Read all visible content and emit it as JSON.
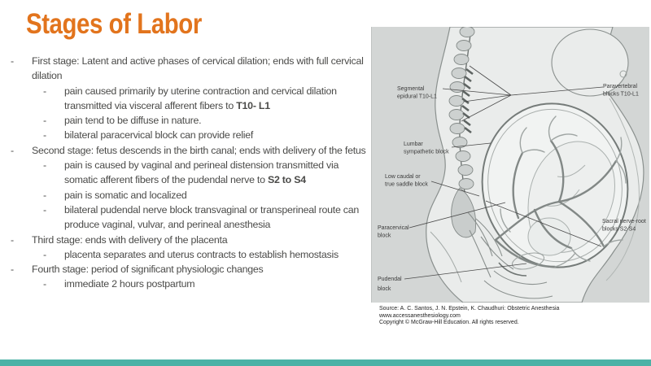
{
  "slide": {
    "title": "Stages of Labor",
    "accent_color": "#E2741D",
    "footer_bar_color": "#4BB2A6"
  },
  "outline": {
    "items": [
      {
        "level": 1,
        "bullet": "-",
        "text": "First stage: Latent and active phases of cervical dilation; ends with full cervical dilation",
        "bold": ""
      },
      {
        "level": 2,
        "bullet": "-",
        "text": "pain caused primarily by uterine contraction and cervical dilation transmitted via visceral afferent fibers to ",
        "bold": "T10- L1"
      },
      {
        "level": 2,
        "bullet": "-",
        "text": "pain tend to be diffuse in nature.",
        "bold": ""
      },
      {
        "level": 2,
        "bullet": "-",
        "text": "bilateral paracervical block can provide relief",
        "bold": ""
      },
      {
        "level": 1,
        "bullet": "-",
        "text": "Second stage: fetus descends in the birth canal; ends with delivery of the fetus",
        "bold": ""
      },
      {
        "level": 2,
        "bullet": "-",
        "text": "pain is caused by vaginal and perineal distension transmitted via somatic afferent fibers of the pudendal nerve to ",
        "bold": "S2 to S4"
      },
      {
        "level": 2,
        "bullet": "-",
        "text": "pain is somatic and localized",
        "bold": ""
      },
      {
        "level": 2,
        "bullet": "-",
        "text": "bilateral pudendal nerve block transvaginal or transperineal route can produce vaginal, vulvar, and perineal anesthesia",
        "bold": ""
      },
      {
        "level": 1,
        "bullet": "-",
        "text": "Third stage: ends with delivery of the placenta",
        "bold": ""
      },
      {
        "level": 2,
        "bullet": "-",
        "text": "placenta separates and uterus contracts to establish hemostasis",
        "bold": ""
      },
      {
        "level": 1,
        "bullet": "-",
        "text": "Fourth stage: period of significant physiologic changes",
        "bold": ""
      },
      {
        "level": 2,
        "bullet": "-",
        "text": "immediate 2 hours postpartum",
        "bold": ""
      }
    ]
  },
  "figure": {
    "description": "Side-view medical illustration of a pregnant torso showing obstetric anesthesia block sites",
    "labels": {
      "segmental_epidural": [
        "Segmental",
        "epidural T10-L1"
      ],
      "paravertebral": [
        "Paravertebral",
        "blocks T10-L1"
      ],
      "lumbar_sympathetic": [
        "Lumbar",
        "sympathetic block"
      ],
      "low_caudal": [
        "Low caudal or",
        "true saddle block"
      ],
      "paracervical": [
        "Paracervical",
        "block"
      ],
      "sacral_nerve_root": [
        "Sacral nerve-root",
        "blocks S2-S4"
      ],
      "pudendal": [
        "Pudendal",
        "block"
      ]
    },
    "credit": [
      "Source: A. C. Santos, J. N. Epstein, K. Chaudhuri: Obstetric Anesthesia",
      "www.accessanesthesiology.com",
      "Copyright © McGraw-Hill Education.  All rights reserved."
    ]
  }
}
